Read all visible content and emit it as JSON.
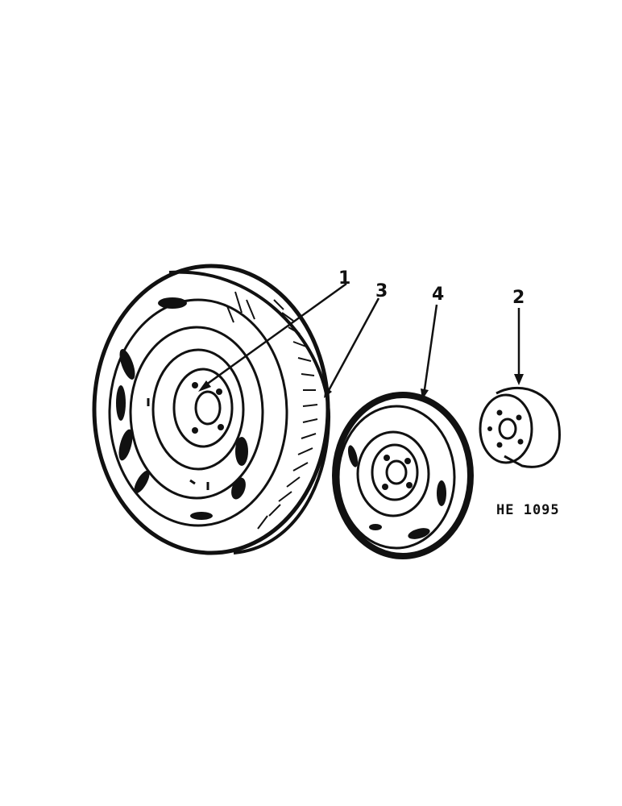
{
  "callouts": {
    "c1": "1",
    "c2": "2",
    "c3": "3",
    "c4": "4"
  },
  "reference_code": "HE 1095",
  "colors": {
    "ink": "#111111",
    "paper": "#ffffff"
  }
}
